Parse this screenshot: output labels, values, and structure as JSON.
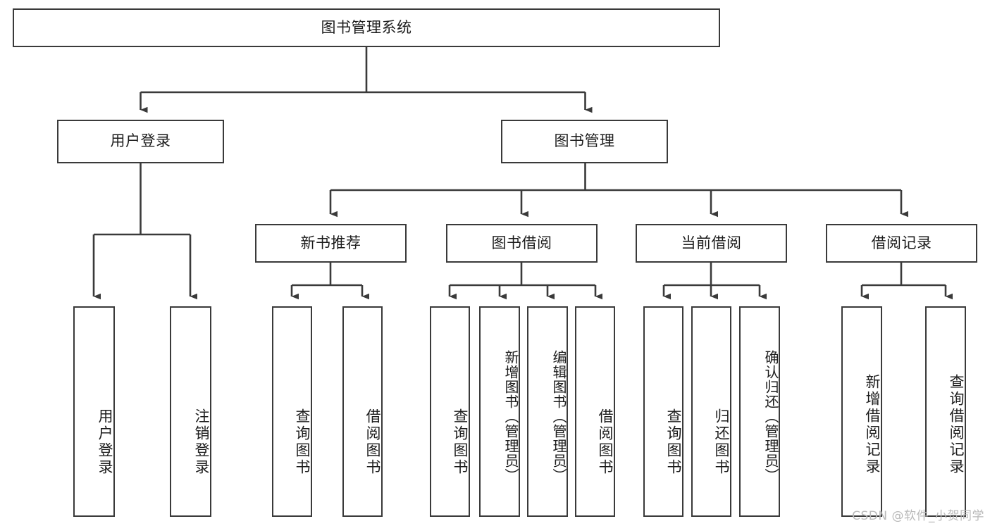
{
  "diagram": {
    "title": "图书管理系统",
    "type": "tree",
    "colors": {
      "stroke": "#3a3a3a",
      "fill": "#ffffff",
      "text": "#1c1c1c",
      "watermark": "#b9b9b9"
    },
    "root": {
      "label": "图书管理系统"
    },
    "level2": [
      {
        "label": "用户登录"
      },
      {
        "label": "图书管理"
      }
    ],
    "level3": [
      {
        "label": "新书推荐"
      },
      {
        "label": "图书借阅"
      },
      {
        "label": "当前借阅"
      },
      {
        "label": "借阅记录"
      }
    ],
    "leaves": {
      "user_login": [
        {
          "label": "用户登录"
        },
        {
          "label": "注销登录"
        }
      ],
      "new_book_recommend": [
        {
          "label": "查询图书"
        },
        {
          "label": "借阅图书"
        }
      ],
      "book_borrow": [
        {
          "label": "查询图书"
        },
        {
          "label": "新增图书（管理员）"
        },
        {
          "label": "编辑图书（管理员）"
        },
        {
          "label": "借阅图书"
        }
      ],
      "current_borrow": [
        {
          "label": "查询图书"
        },
        {
          "label": "归还图书"
        },
        {
          "label": "确认归还（管理员）"
        }
      ],
      "borrow_record": [
        {
          "label": "新增借阅记录"
        },
        {
          "label": "查询借阅记录"
        }
      ]
    },
    "watermark": "CSDN @软件_小贺同学"
  }
}
